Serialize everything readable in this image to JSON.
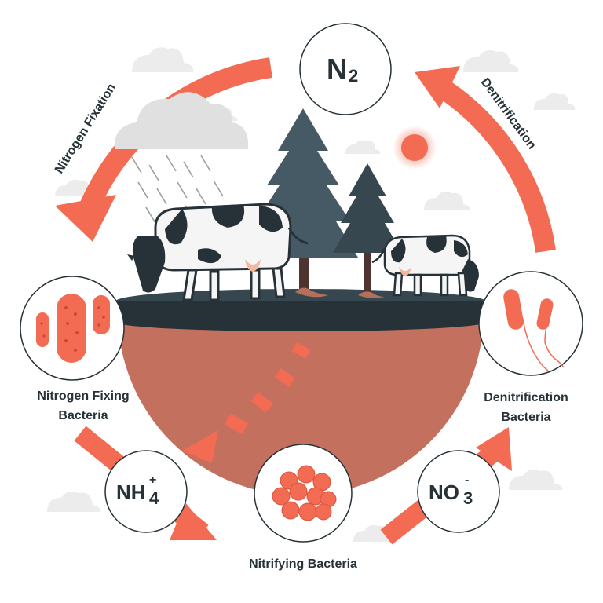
{
  "cycle": {
    "top_node": {
      "formula": "N",
      "subscript": "2"
    },
    "arcs": {
      "fixation": "Nitrogen Fixation",
      "denitrification": "Denitrification"
    },
    "nodes": {
      "ammonium": {
        "formula": "NH",
        "superscript": "+",
        "subscript": "4"
      },
      "nitrate": {
        "formula": "NO",
        "superscript": "-",
        "subscript": "3"
      }
    },
    "bacteria": {
      "fixing": {
        "line1": "Nitrogen Fixing",
        "line2": "Bacteria"
      },
      "nitrifying": {
        "line1": "Nitrifying Bacteria"
      },
      "denitrification": {
        "line1": "Denitrification",
        "line2": "Bacteria"
      }
    }
  },
  "colors": {
    "accent": "#f26b52",
    "dark": "#263238",
    "soil": "#c4705f",
    "ground": "#37474f",
    "tree": "#455a64",
    "cloud": "#e0e0e0"
  }
}
